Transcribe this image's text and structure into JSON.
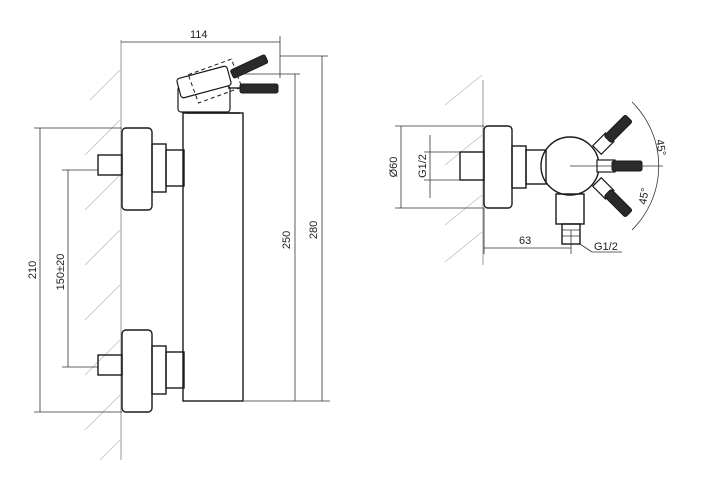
{
  "side_view": {
    "dim_width": "114",
    "dim_height_250": "250",
    "dim_height_280": "280",
    "dim_total_210": "210",
    "dim_centers": "150±20"
  },
  "top_view": {
    "dim_diameter": "Ø60",
    "dim_inlet_thread": "G1/2",
    "dim_angle_upper": "45°",
    "dim_angle_lower": "45°",
    "dim_depth": "63",
    "dim_outlet_thread": "G1/2"
  }
}
